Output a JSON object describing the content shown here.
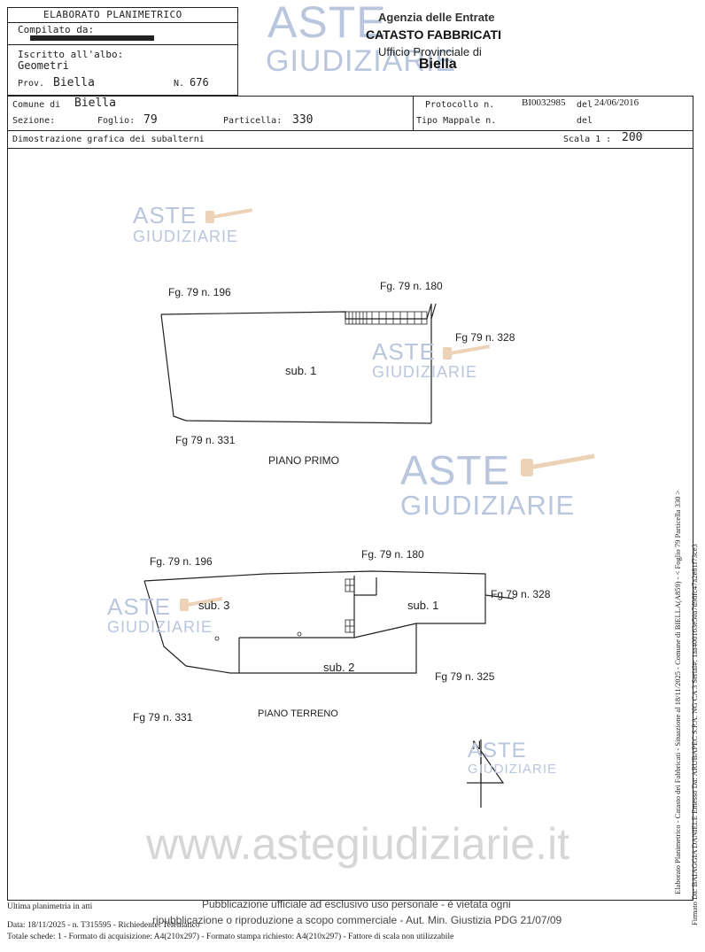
{
  "header": {
    "title": "ELABORATO PLANIMETRICO",
    "compilato_label": "Compilato da:",
    "iscritto_label": "Iscritto all'albo:",
    "iscritto_value": "Geometri",
    "prov_label": "Prov.",
    "prov_value": "Biella",
    "num_label": "N.",
    "num_value": "676"
  },
  "agency": {
    "line1": "Agenzia delle Entrate",
    "line2": "CATASTO FABBRICATI",
    "line3": "Ufficio Provinciale di",
    "line4": "Biella"
  },
  "info_row": {
    "comune_label": "Comune di",
    "comune_value": "Biella",
    "protocollo_label": "Protocollo n.",
    "protocollo_value": "BI0032985",
    "del_label": "del",
    "del_value": "24/06/2016",
    "sezione_label": "Sezione:",
    "foglio_label": "Foglio:",
    "foglio_value": "79",
    "particella_label": "Particella:",
    "particella_value": "330",
    "tipo_label": "Tipo Mappale n.",
    "tipo_del_label": "del",
    "dimostrazione": "Dimostrazione grafica dei subalterni",
    "scala_label": "Scala 1 :",
    "scala_value": "200"
  },
  "plan_upper": {
    "title": "PIANO PRIMO",
    "sub": "sub. 1",
    "labels": [
      "Fg. 79 n. 196",
      "Fg. 79 n. 180",
      "Fg 79 n. 328",
      "Fg 79 n. 331"
    ]
  },
  "plan_lower": {
    "title": "PIANO TERRENO",
    "subs": [
      "sub. 3",
      "sub. 1",
      "sub. 2"
    ],
    "labels": [
      "Fg. 79 n. 196",
      "Fg. 79 n. 180",
      "Fg 79 n. 328",
      "Fg 79 n. 325",
      "Fg 79 n. 331"
    ]
  },
  "watermarks": {
    "aste": "ASTE",
    "giudiziarie": "GIUDIZIARIE",
    "site": "www.astegiudiziarie.it"
  },
  "footer": {
    "ultima": "Ultima planimetria in atti",
    "publication_line1": "Pubblicazione ufficiale ad esclusivo uso personale - è vietata ogni",
    "publication_line2": "ripubblicazione o riproduzione a scopo commerciale - Aut. Min. Giustizia PDG 21/07/09",
    "data_line": "Data: 18/11/2025 - n. T315595 - Richiedente: Telematico",
    "totale_line": "Totale schede: 1 - Formato di acquisizione: A4(210x297) - Formato stampa richiesto: A4(210x297) - Fattore di scala non utilizzabile"
  },
  "side_text": {
    "line1": "Elaborato Planimetrico - Catasto dei Fabbricati - Situazione al 18/11/2025 - Comune di BIELLA(A859) - < Foglio 79 Particella 330 >",
    "line2": "Firmato Da: BAIAGGIA DANIELE Emesso Da: ARUBAPEC S.P.A. NG CA 3 Serial#: 1aa400163e50a7d98fc47a2e81f73ce3"
  },
  "north_label": "N"
}
